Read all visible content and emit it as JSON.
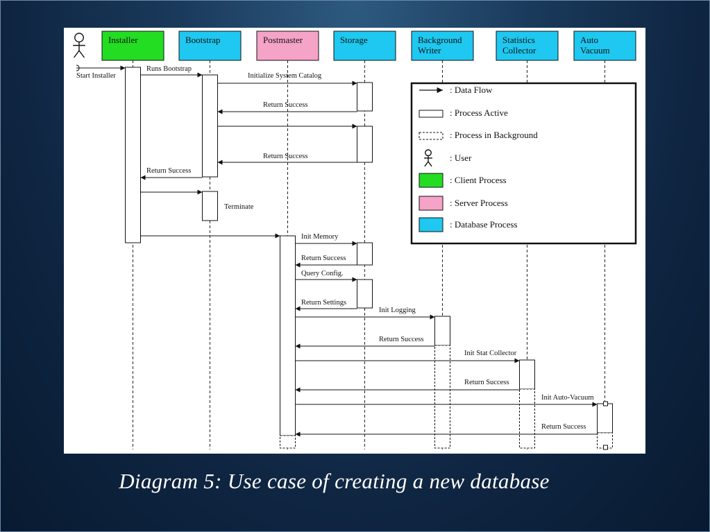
{
  "caption": "Diagram 5:  Use case of creating a new database",
  "colors": {
    "client_process": "#22dd22",
    "server_process": "#f5a3c7",
    "database_process": "#1ec8f0",
    "background_dark": "#0e2440"
  },
  "actor": {
    "icon": "user-icon"
  },
  "participants": [
    {
      "key": "installer",
      "label": "Installer",
      "kind": "client"
    },
    {
      "key": "bootstrap",
      "label": "Bootstrap",
      "kind": "database"
    },
    {
      "key": "postmaster",
      "label": "Postmaster",
      "kind": "server"
    },
    {
      "key": "storage",
      "label": "Storage",
      "kind": "database"
    },
    {
      "key": "background-writer",
      "label": "Background\nWriter",
      "kind": "database"
    },
    {
      "key": "statistics-collector",
      "label": "Statistics\nCollector",
      "kind": "database"
    },
    {
      "key": "auto-vacuum",
      "label": "Auto\nVacuum",
      "kind": "database"
    }
  ],
  "messages": [
    {
      "text": "Start  Installer"
    },
    {
      "text": "Runs Bootstrap"
    },
    {
      "text": "Initialize  System Catalog"
    },
    {
      "text": "Return  Success"
    },
    {
      "text": ""
    },
    {
      "text": "Return  Success"
    },
    {
      "text": "Return  Success"
    },
    {
      "text": ""
    },
    {
      "text": ""
    },
    {
      "text": "Init Memory"
    },
    {
      "text": "Return  Success"
    },
    {
      "text": "Query  Config."
    },
    {
      "text": "Return  Settings"
    },
    {
      "text": "Init Logging"
    },
    {
      "text": "Return  Success"
    },
    {
      "text": "Init Stat  Collector"
    },
    {
      "text": "Return  Success"
    },
    {
      "text": "Init Auto-Vacuum"
    },
    {
      "text": "Return  Success"
    }
  ],
  "notes": {
    "terminate": "Terminate"
  },
  "legend": {
    "items": [
      {
        "icon": "data-flow-arrow-icon",
        "label": ": Data Flow"
      },
      {
        "icon": "process-active-box-icon",
        "label": ": Process Active"
      },
      {
        "icon": "process-background-box-icon",
        "label": ": Process in Background"
      },
      {
        "icon": "user-icon",
        "label": ": User"
      },
      {
        "icon": "client-process-swatch-icon",
        "label": ": Client Process"
      },
      {
        "icon": "server-process-swatch-icon",
        "label": ": Server Process"
      },
      {
        "icon": "database-process-swatch-icon",
        "label": ": Database Process"
      }
    ]
  }
}
